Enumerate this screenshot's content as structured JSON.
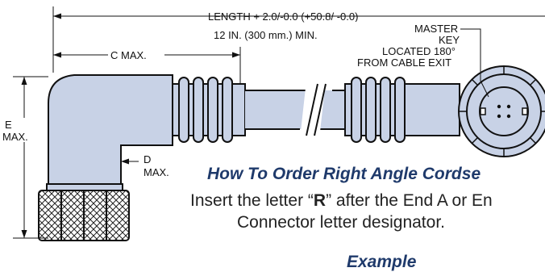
{
  "diagram": {
    "length_label": "LENGTH + 2.0/-0.0 (+50.8/ -0.0)",
    "length_min_label": "12 IN. (300 mm.) MIN.",
    "master_key": [
      "MASTER",
      "KEY",
      "LOCATED 180°",
      "FROM CABLE EXIT"
    ],
    "c_max_label": "C MAX.",
    "e_max_label": [
      "E",
      "MAX."
    ],
    "d_max_label": [
      "D",
      "MAX."
    ]
  },
  "order_info": {
    "heading": "How To Order Right Angle Cordse",
    "instruction_before": "Insert the letter “",
    "instruction_letter": "R",
    "instruction_after": "” after the End A or En",
    "instruction_line2": "Connector letter designator.",
    "example_label": "Example"
  },
  "colors": {
    "connector_fill": "#c8d2e6",
    "outline": "#111111",
    "heading": "#1f3a6b"
  }
}
